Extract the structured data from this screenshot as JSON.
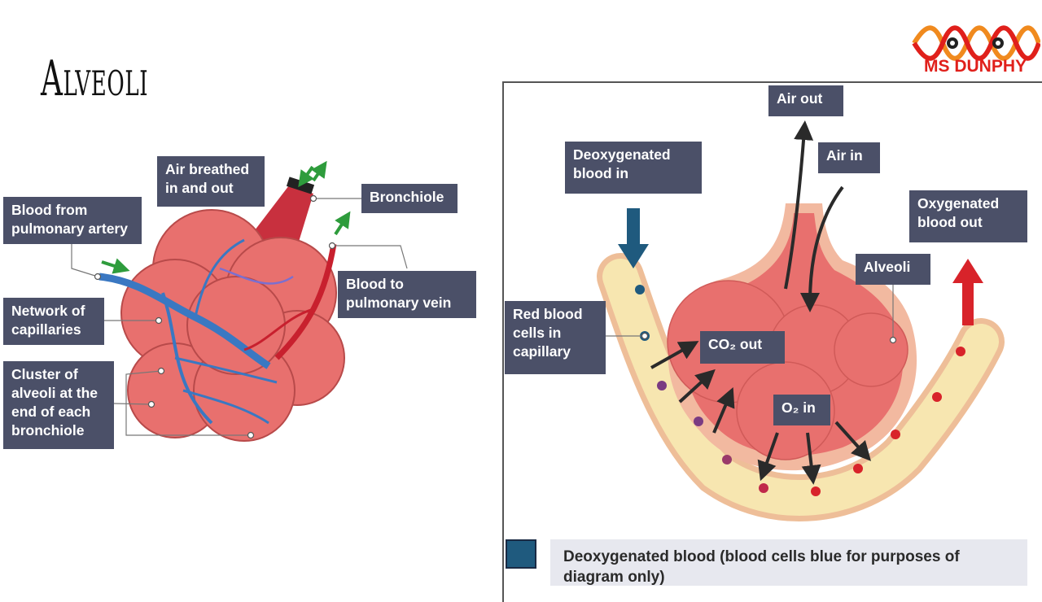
{
  "title": "Alveoli",
  "logo": {
    "text": "MS DUNPHY"
  },
  "left_labels": {
    "air_breathed": "Air breathed\nin and out",
    "bronchiole": "Bronchiole",
    "blood_from": "Blood from\npulmonary artery",
    "blood_to": "Blood to\npulmonary vein",
    "network": "Network of\ncapillaries",
    "cluster": "Cluster of\nalveoli at the\nend of each\nbronchiole"
  },
  "right_labels": {
    "air_out": "Air out",
    "air_in": "Air in",
    "deoxy_in": "Deoxygenated\nblood in",
    "oxy_out": "Oxygenated\nblood out",
    "alveoli": "Alveoli",
    "red_cells": "Red blood\ncells in\ncapillary",
    "co2_out": "CO₂ out",
    "o2_in": "O₂ in"
  },
  "legend": {
    "text": "Deoxygenated blood (blood cells blue for purposes of diagram only)"
  },
  "colors": {
    "label_bg": "#4b5068",
    "alveolus": "#e8706e",
    "artery_blue": "#3a78c2",
    "vein_red": "#c8202e",
    "capillary": "#f7e6b0",
    "arrow_green": "#2e9c3c",
    "oxy_arrow": "#d8232a",
    "deoxy_arrow": "#1f5a7e"
  }
}
